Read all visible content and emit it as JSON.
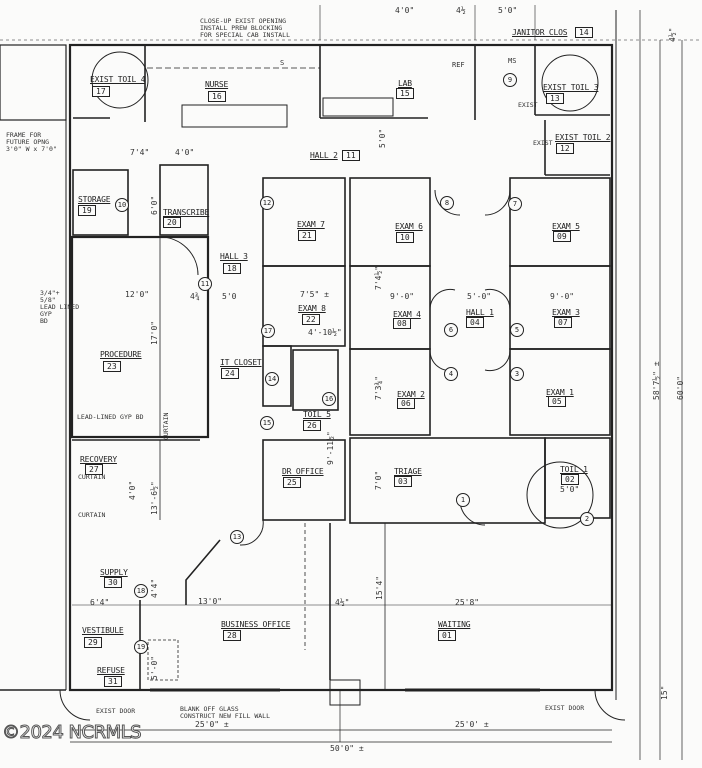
{
  "rooms": {
    "exist_toil_4": {
      "name": "EXIST TOIL 4",
      "number": "17"
    },
    "nurse": {
      "name": "NURSE",
      "number": "16"
    },
    "lab": {
      "name": "LAB",
      "number": "15"
    },
    "janitor": {
      "name": "JANITOR CLOS",
      "number": "14"
    },
    "exist_toil_3": {
      "name": "EXIST TOIL 3",
      "number": "13"
    },
    "exist_toil_2": {
      "name": "EXIST TOIL 2",
      "number": "12"
    },
    "hall_2": {
      "name": "HALL 2",
      "number": "11"
    },
    "storage": {
      "name": "STORAGE",
      "number": "19"
    },
    "transcribe": {
      "name": "TRANSCRIBE",
      "number": "20"
    },
    "hall_3": {
      "name": "HALL 3",
      "number": "18"
    },
    "exam_7": {
      "name": "EXAM 7",
      "number": "21"
    },
    "exam_6": {
      "name": "EXAM 6",
      "number": "10"
    },
    "exam_5": {
      "name": "EXAM 5",
      "number": "09"
    },
    "procedure": {
      "name": "PROCEDURE",
      "number": "23"
    },
    "exam_8": {
      "name": "EXAM 8",
      "number": "22"
    },
    "exam_4": {
      "name": "EXAM 4",
      "number": "08"
    },
    "hall_1": {
      "name": "HALL 1",
      "number": "04"
    },
    "exam_3": {
      "name": "EXAM 3",
      "number": "07"
    },
    "it_closet": {
      "name": "IT CLOSET",
      "number": "24"
    },
    "toil_5": {
      "name": "TOIL 5",
      "number": "26"
    },
    "exam_2": {
      "name": "EXAM 2",
      "number": "06"
    },
    "exam_1": {
      "name": "EXAM 1",
      "number": "05"
    },
    "recovery": {
      "name": "RECOVERY",
      "number": "27"
    },
    "dr_office": {
      "name": "DR OFFICE",
      "number": "25"
    },
    "triage": {
      "name": "TRIAGE",
      "number": "03"
    },
    "toil_1": {
      "name": "TOIL 1",
      "number": "02"
    },
    "supply": {
      "name": "SUPPLY",
      "number": "30"
    },
    "business_office": {
      "name": "BUSINESS OFFICE",
      "number": "28"
    },
    "waiting": {
      "name": "WAITING",
      "number": "01"
    },
    "vestibule": {
      "name": "VESTIBULE",
      "number": "29"
    },
    "refuse": {
      "name": "REFUSE",
      "number": "31"
    }
  },
  "fixtures": {
    "ref": "REF",
    "ms": "MS",
    "cab": "S",
    "exist_1": "EXIST",
    "exist_2": "EXIST"
  },
  "doors": [
    "1",
    "2",
    "3",
    "4",
    "5",
    "6",
    "7",
    "8",
    "9",
    "10",
    "11",
    "12",
    "13",
    "14",
    "15",
    "16",
    "17",
    "18",
    "19"
  ],
  "notes": {
    "close_opening_1": "CLOSE-UP EXIST OPENING",
    "close_opening_2": "INSTALL PREW BLOCKING",
    "close_opening_3": "FOR SPECIAL CAB INSTALL",
    "frame_1": "FRAME FOR",
    "frame_2": "FUTURE OPNG",
    "frame_3": "3'0\" W x 7'0\"",
    "lead_1": "3/4\"+",
    "lead_2": "5/8\"",
    "lead_3": "LEAD LINED",
    "lead_4": "GYP",
    "lead_5": "BD",
    "lead_lined_bd": "LEAD-LINED GYP BD",
    "curtain_1": "CURTAIN",
    "curtain_2": "CURTAIN",
    "curtain_3": "CURTAIN",
    "blank_1": "BLANK OFF GLASS",
    "blank_2": "CONSTRUCT NEW FILL WALL",
    "exist_door_left": "EXIST DOOR",
    "exist_door_right": "EXIST DOOR"
  },
  "dimensions": {
    "top_4_0": "4'0\"",
    "top_4_half": "4½",
    "top_5_0": "5'0\"",
    "top_right": "4½\"",
    "d_7_4": "7'4\"",
    "d_4_0": "4'0\"",
    "d_6_0": "6'0\"",
    "d_5_0v": "5'0\"",
    "d_12_0": "12'0\"",
    "d_4_3": "4¾",
    "d_5_0": "5'0",
    "d_17_0": "17'0\"",
    "d_7_5": "7'5\" ±",
    "d_4_10": "4'-10½\"",
    "d_9_0a": "9'-0\"",
    "d_9_0b": "9'-0\"",
    "d_5_0b": "5'-0\"",
    "d_7_4b": "7'4½\"",
    "d_7_3": "7'3¾\"",
    "d_7_0": "7'0\"",
    "d_9_11": "9'-11½\"",
    "d_4_0b": "4'0\"",
    "d_13_6": "13'-6½\"",
    "d_4_4": "4'4\"",
    "d_13_0": "13'0\"",
    "d_25_8": "25'8\"",
    "d_15_4": "15'4\"",
    "d_6_4": "6'4\"",
    "d_4_2": "4½\"",
    "d_5_0c": "5'0\"",
    "d_5_0d": "5'-0\"",
    "d_58": "58'7½\" ±",
    "d_60": "60'0\"",
    "d_15": "15\"",
    "bottom_left": "25'0\" ±",
    "bottom_right": "25'0' ±",
    "bottom_total": "50'0\" ±"
  },
  "watermark": "©2024 NCRMLS"
}
